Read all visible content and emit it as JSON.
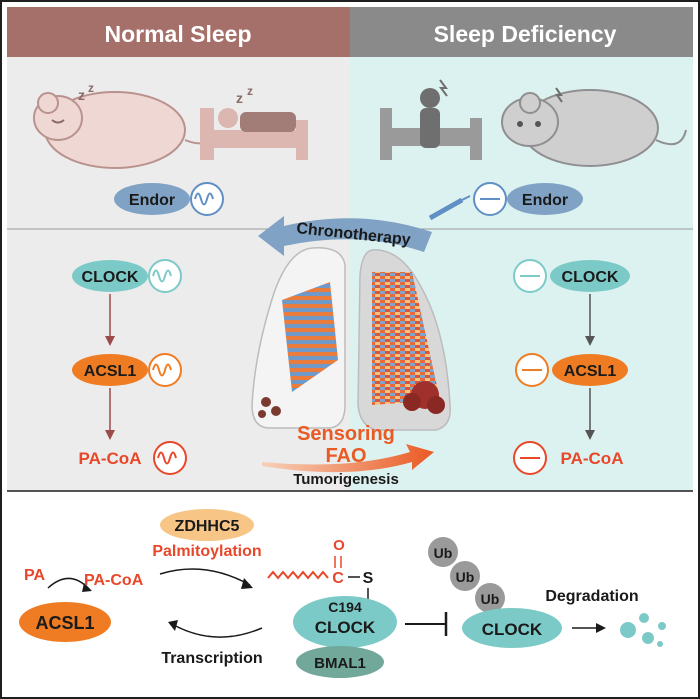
{
  "header": {
    "left": "Normal Sleep",
    "right": "Sleep Deficiency"
  },
  "top": {
    "endor_left": "Endor",
    "endor_right": "Endor",
    "chronotherapy": "Chronotherapy",
    "zzz": "z z Z"
  },
  "middle": {
    "left_chain": [
      "CLOCK",
      "ACSL1",
      "PA-CoA"
    ],
    "right_chain": [
      "CLOCK",
      "ACSL1",
      "PA-CoA"
    ],
    "sensoring": "Sensoring",
    "fao": "FAO",
    "tumorigenesis": "Tumorigenesis"
  },
  "bottom": {
    "pa": "PA",
    "pa_coa": "PA-CoA",
    "acsl1": "ACSL1",
    "zdhhc5": "ZDHHC5",
    "palmitoylation": "Palmitoylation",
    "transcription": "Transcription",
    "carbonyl_o": "O",
    "carbonyl_c": "C",
    "sulfur": "S",
    "c194": "C194",
    "clock": "CLOCK",
    "bmal1": "BMAL1",
    "ub": [
      "Ub",
      "Ub",
      "Ub"
    ],
    "clock_right": "CLOCK",
    "degradation": "Degradation"
  },
  "colors": {
    "header_left": "#a6706a",
    "header_right": "#8a8a8a",
    "bg_left": "#ececec",
    "bg_right": "#dcf2f0",
    "clock": "#7ccac7",
    "acsl1": "#ef7c22",
    "pa_coa": "#e8472a",
    "endor": "#7fa2c5",
    "zdhhc5": "#f7c586",
    "bmal1": "#72a89a",
    "ub": "#9a9a9a"
  }
}
